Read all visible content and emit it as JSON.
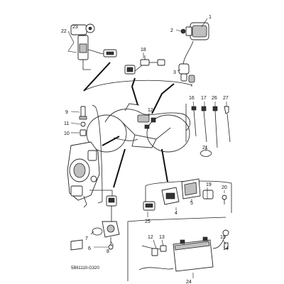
{
  "diagram": {
    "code": "5B61110-G320",
    "callouts": {
      "c1": "1",
      "c2": "2",
      "c3": "3",
      "c4": "4",
      "c5": "5",
      "c6": "6",
      "c7": "7",
      "c8": "8",
      "c9": "9",
      "c10": "10",
      "c11": "11",
      "c12a": "12",
      "c12b": "12",
      "c13": "13",
      "c14": "14",
      "c15": "15",
      "c16": "16",
      "c17": "17",
      "c18": "18",
      "c19": "19",
      "c20": "20",
      "c21": "21",
      "c22": "22",
      "c23": "23",
      "c24": "24",
      "c25": "25",
      "c26": "26",
      "c27": "27"
    }
  }
}
